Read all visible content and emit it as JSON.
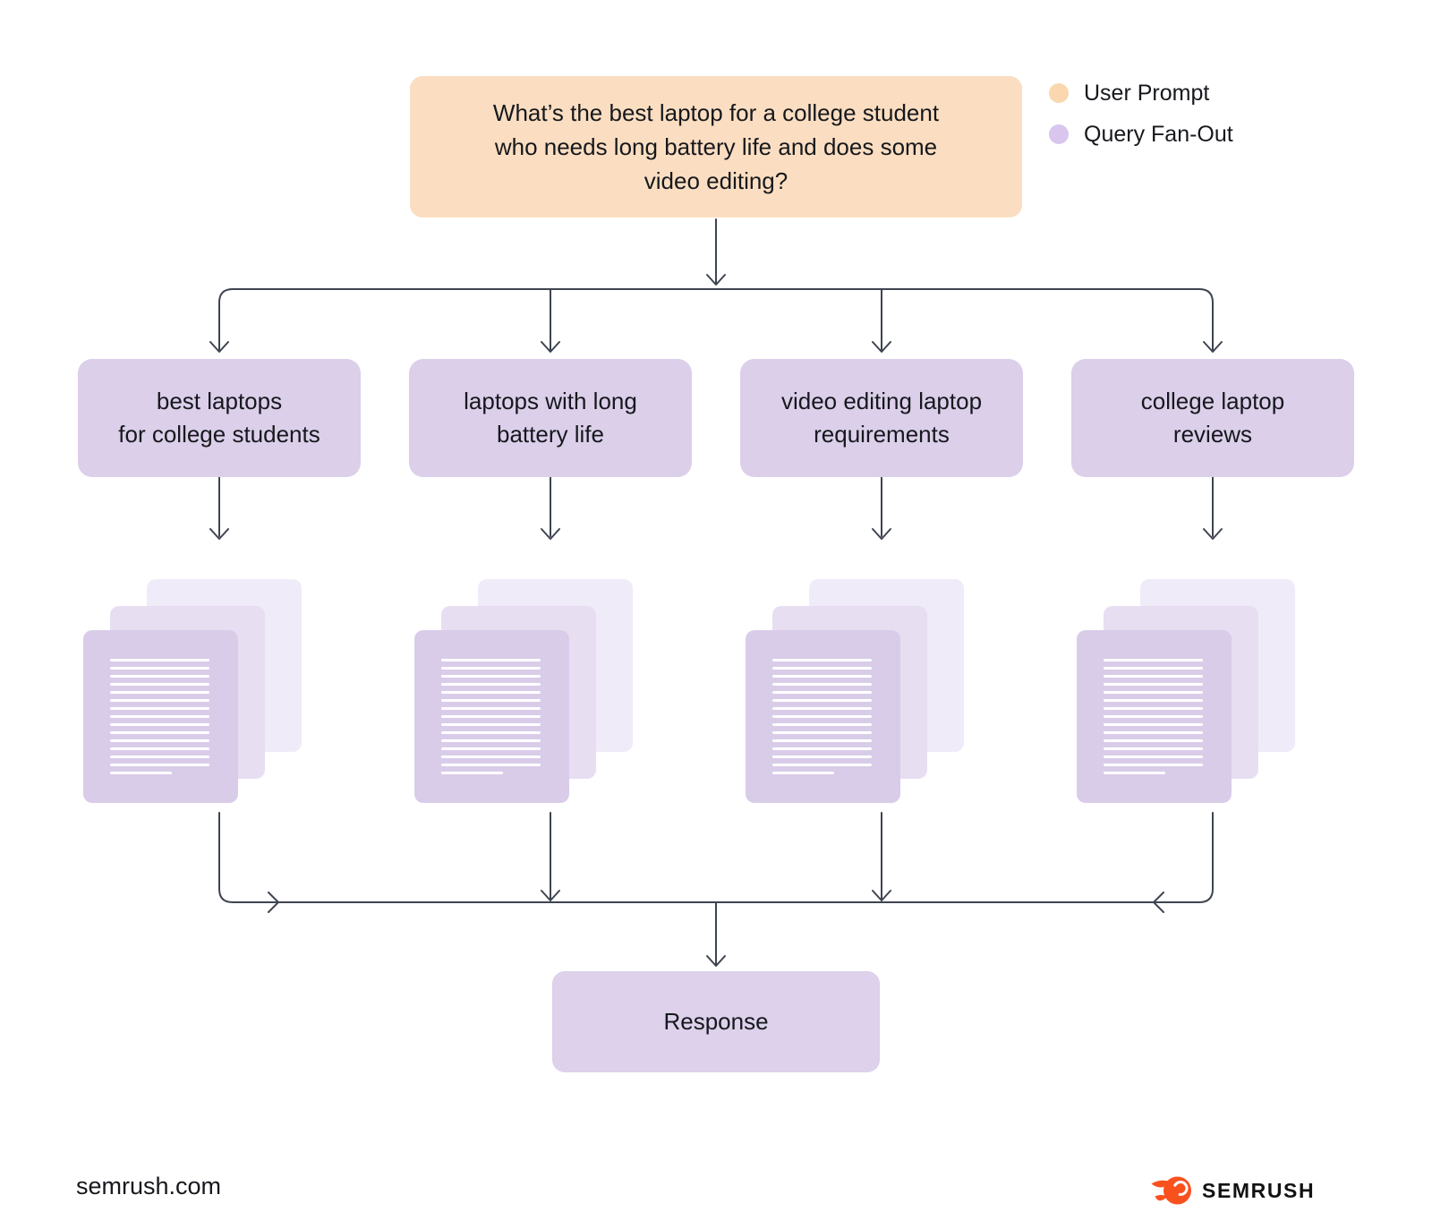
{
  "legend": {
    "items": [
      {
        "label": "User Prompt",
        "dot_color": "#FAD7AE"
      },
      {
        "label": "Query Fan-Out",
        "dot_color": "#D8C6EF"
      }
    ]
  },
  "prompt": {
    "lines": [
      "What’s the best laptop for a college student",
      "who needs long battery life and does some",
      "video editing?"
    ]
  },
  "queries": [
    {
      "line1": "best laptops",
      "line2": "for college students"
    },
    {
      "line1": "laptops with long",
      "line2": "battery life"
    },
    {
      "line1": "video editing laptop",
      "line2": "requirements"
    },
    {
      "line1": "college laptop",
      "line2": "reviews"
    }
  ],
  "response": {
    "label": "Response"
  },
  "footer": {
    "site": "semrush.com",
    "brand": "SEMRUSH"
  },
  "icons": {
    "brand_icon": "semrush-flame-icon"
  },
  "colors": {
    "user_prompt_fill": "#FBDEC1",
    "query_fanout_fill": "#DCCFEA",
    "response_fill": "#DDD1EB",
    "document_front": "#D9CCE9",
    "document_middle": "#E7DEF2",
    "document_back": "#F0EBF8",
    "legend_user_prompt_dot": "#FAD7AE",
    "legend_query_fanout_dot": "#D8C6EF",
    "connector": "#3E4450",
    "text": "#16181D",
    "semrush_orange": "#F9511D"
  }
}
